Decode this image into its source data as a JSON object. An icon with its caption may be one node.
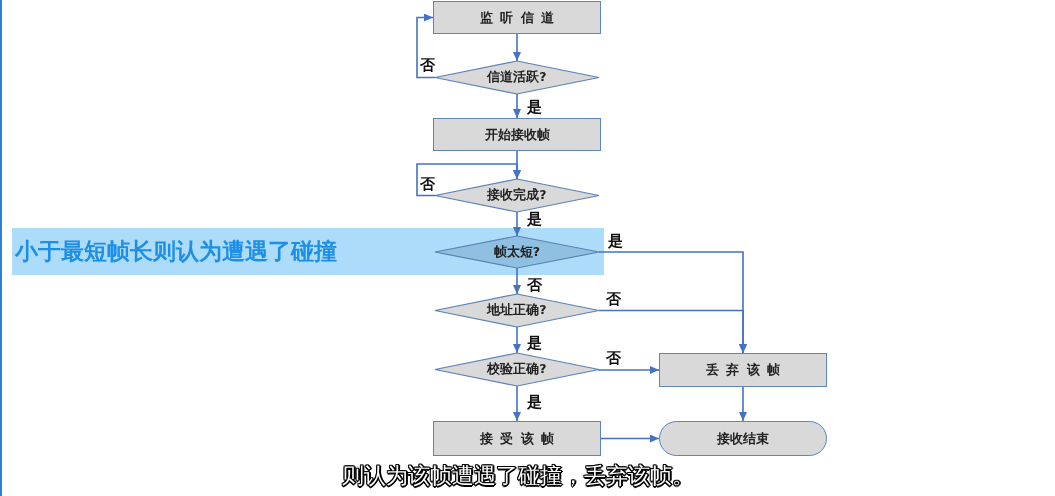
{
  "diagram": {
    "nodes": [
      {
        "text": [
          "监听信道"
        ]
      },
      {
        "text": [
          "信道活跃?"
        ]
      },
      {
        "text": [
          "开始接收帧"
        ]
      },
      {
        "text": [
          "接收完成?"
        ]
      },
      {
        "text": [
          "小于最短帧长则认为遭遇了碰撞"
        ]
      },
      {
        "text": [
          "帧太短?"
        ],
        "in": 4
      },
      {
        "text": [
          "地址正确?"
        ]
      },
      {
        "text": [
          "校验正确?"
        ]
      },
      {
        "text": [
          "丢弃该帧"
        ]
      },
      {
        "text": [
          "接受该帧"
        ]
      },
      {
        "text": [
          "接收结束"
        ]
      }
    ],
    "edges": [
      {
        "from": 0,
        "to": 1,
        "arrow": "to"
      },
      {
        "from": 1,
        "to": 0,
        "arrow": "to",
        "label": "否"
      },
      {
        "from": 1,
        "to": 2,
        "arrow": "to",
        "label": "是"
      },
      {
        "from": 2,
        "to": 3,
        "arrow": "to"
      },
      {
        "from": 3,
        "to": 3,
        "arrow": "to",
        "label": "否"
      },
      {
        "from": 3,
        "to": 5,
        "arrow": "to",
        "label": "是"
      },
      {
        "from": 5,
        "to": 8,
        "arrow": "to",
        "label": "是"
      },
      {
        "from": 5,
        "to": 6,
        "arrow": "to",
        "label": "否"
      },
      {
        "from": 6,
        "to": 8,
        "arrow": "to",
        "label": "否"
      },
      {
        "from": 6,
        "to": 7,
        "arrow": "to",
        "label": "是"
      },
      {
        "from": 7,
        "to": 8,
        "arrow": "to",
        "label": "否"
      },
      {
        "from": 7,
        "to": 9,
        "arrow": "to",
        "label": "是"
      },
      {
        "from": 9,
        "to": 10,
        "arrow": "to"
      },
      {
        "from": 8,
        "to": 10,
        "arrow": "to"
      }
    ],
    "labels": [
      "则认为该帧遭遇了碰撞，丢弃该帧。"
    ]
  }
}
